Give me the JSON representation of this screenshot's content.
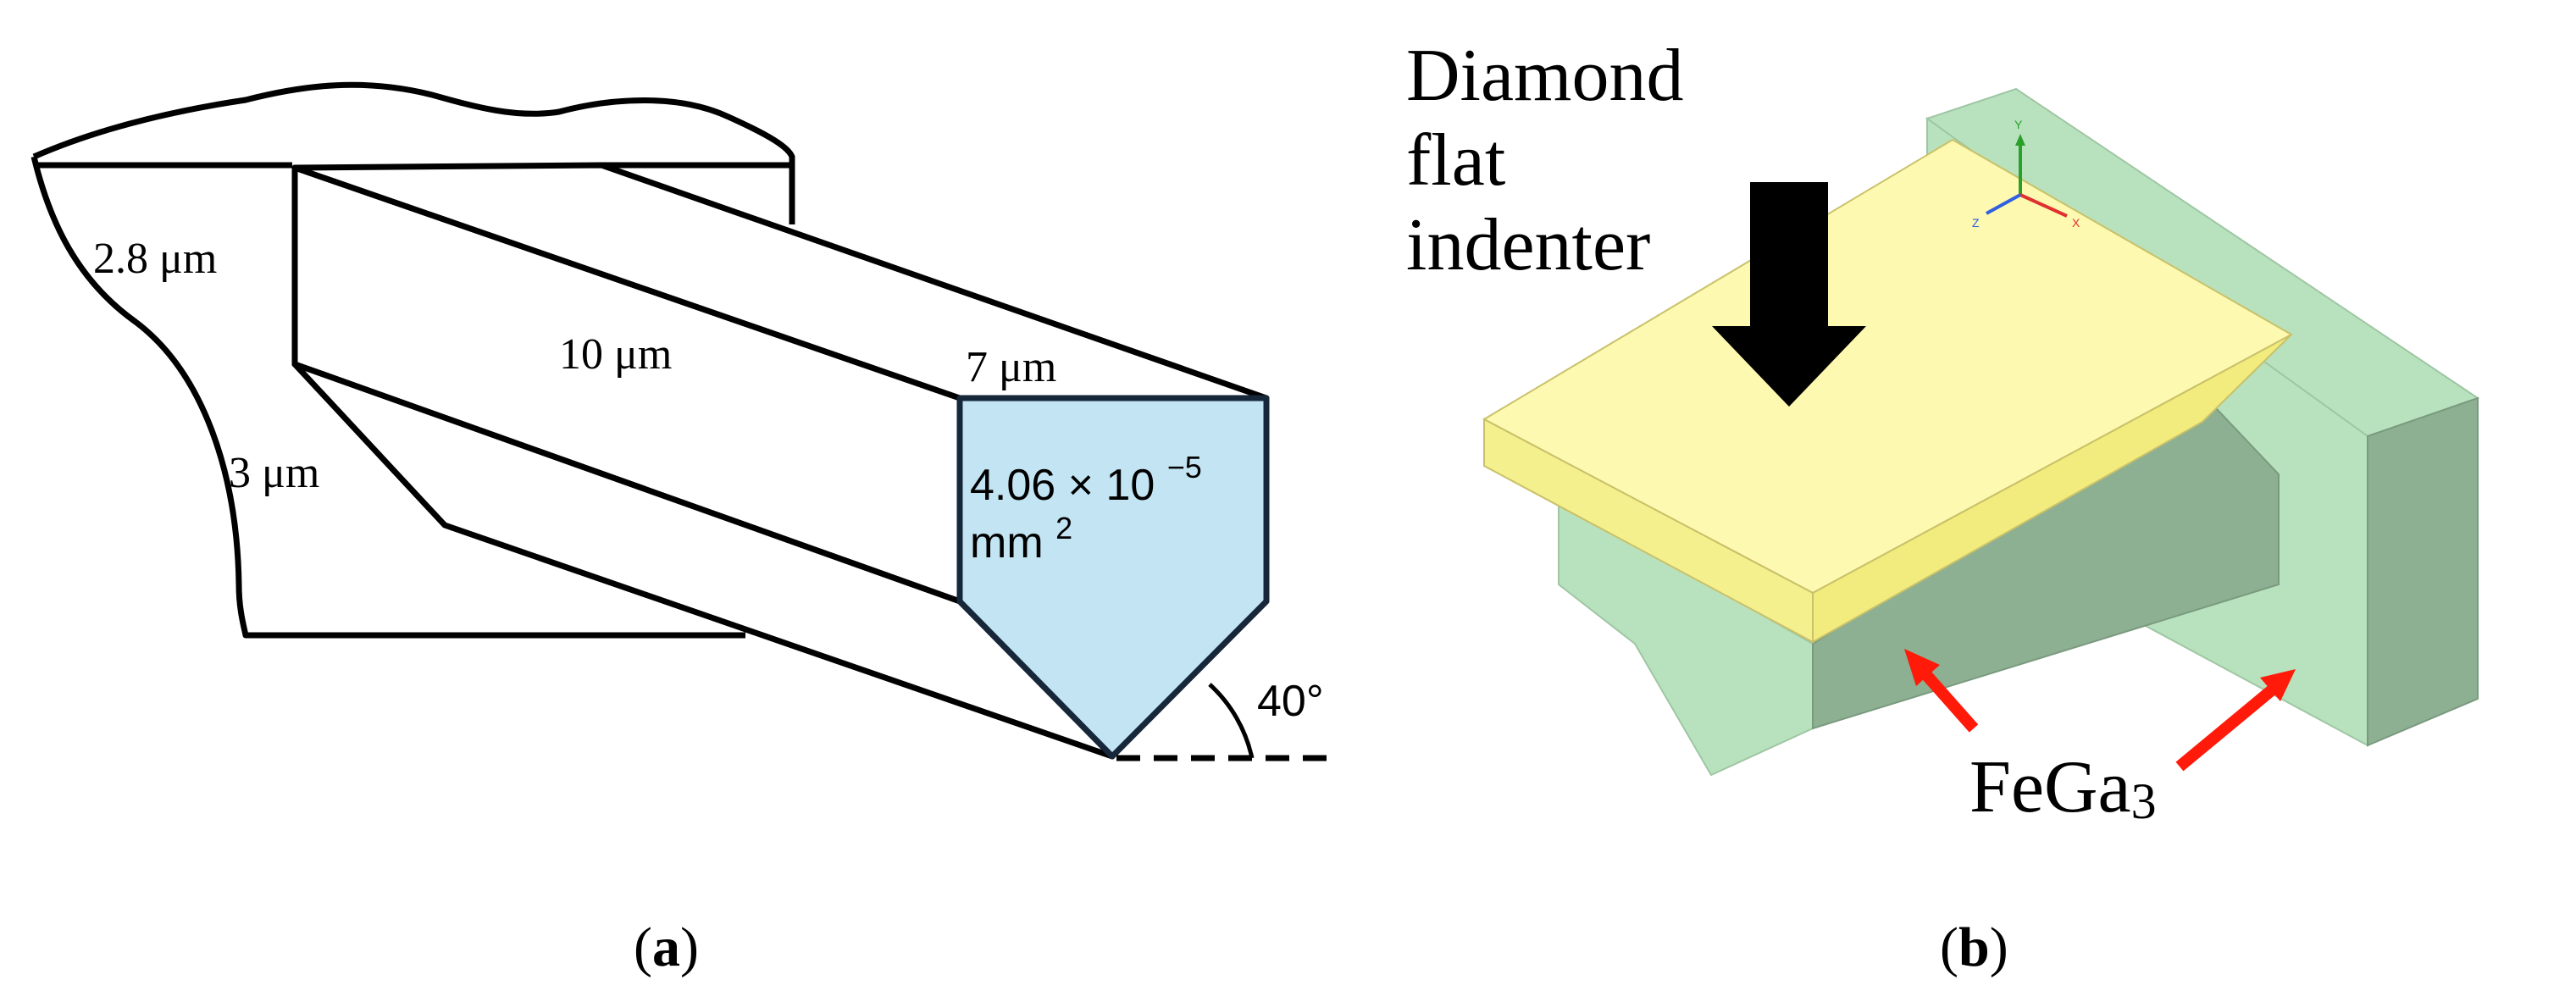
{
  "panel_a": {
    "caption_open": "(",
    "caption_letter": "a",
    "caption_close": ")",
    "labels": {
      "thickness": "2.8 μm",
      "length": "10 μm",
      "width": "7 μm",
      "height": "3 μm",
      "area_value": "4.06 × 10",
      "area_exp": "−5",
      "area_unit": "mm",
      "area_unit_exp": "2",
      "angle": "40°"
    },
    "colors": {
      "cross_section_fill": "#c3e4f3",
      "outline": "#000000"
    }
  },
  "panel_b": {
    "caption_open": "(",
    "caption_letter": "b",
    "caption_close": ")",
    "indenter_label": [
      "Diamond",
      "flat",
      "indenter"
    ],
    "sample_label": "FeGa",
    "sample_sub": "3",
    "axes": {
      "y": "Y",
      "z": "Z",
      "x": "X"
    },
    "colors": {
      "indenter_top": "#fdf9b0",
      "indenter_side": "#f2ec7e",
      "sample_light": "#b8e2bd",
      "sample_dark": "#8cb091",
      "arrow_black": "#000000",
      "arrow_red": "#ff1a0a"
    }
  }
}
